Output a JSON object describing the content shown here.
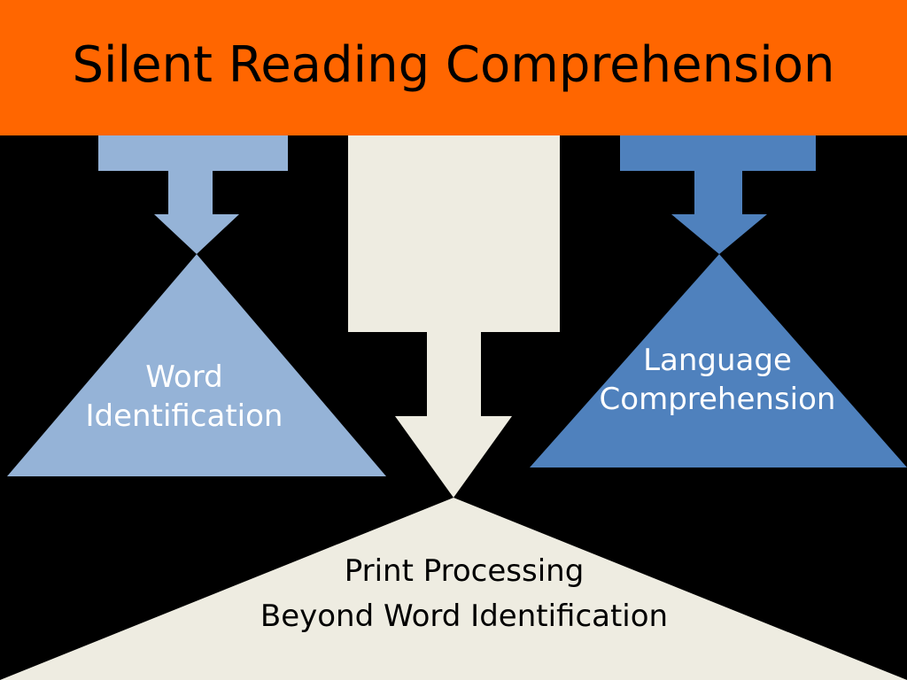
{
  "title": "Silent Reading Comprehension",
  "nodes": {
    "word_identification": {
      "lines": [
        "Word",
        "Identification"
      ]
    },
    "language_comprehension": {
      "lines": [
        "Language",
        "Comprehension"
      ]
    },
    "print_processing": {
      "lines": [
        "Print Processing",
        "Beyond Word Identification"
      ]
    }
  },
  "colors": {
    "title_bar": "#FF6600",
    "background": "#000000",
    "word_identification": "#95B3D7",
    "language_comprehension": "#4F81BD",
    "print_processing": "#EEECE1"
  }
}
